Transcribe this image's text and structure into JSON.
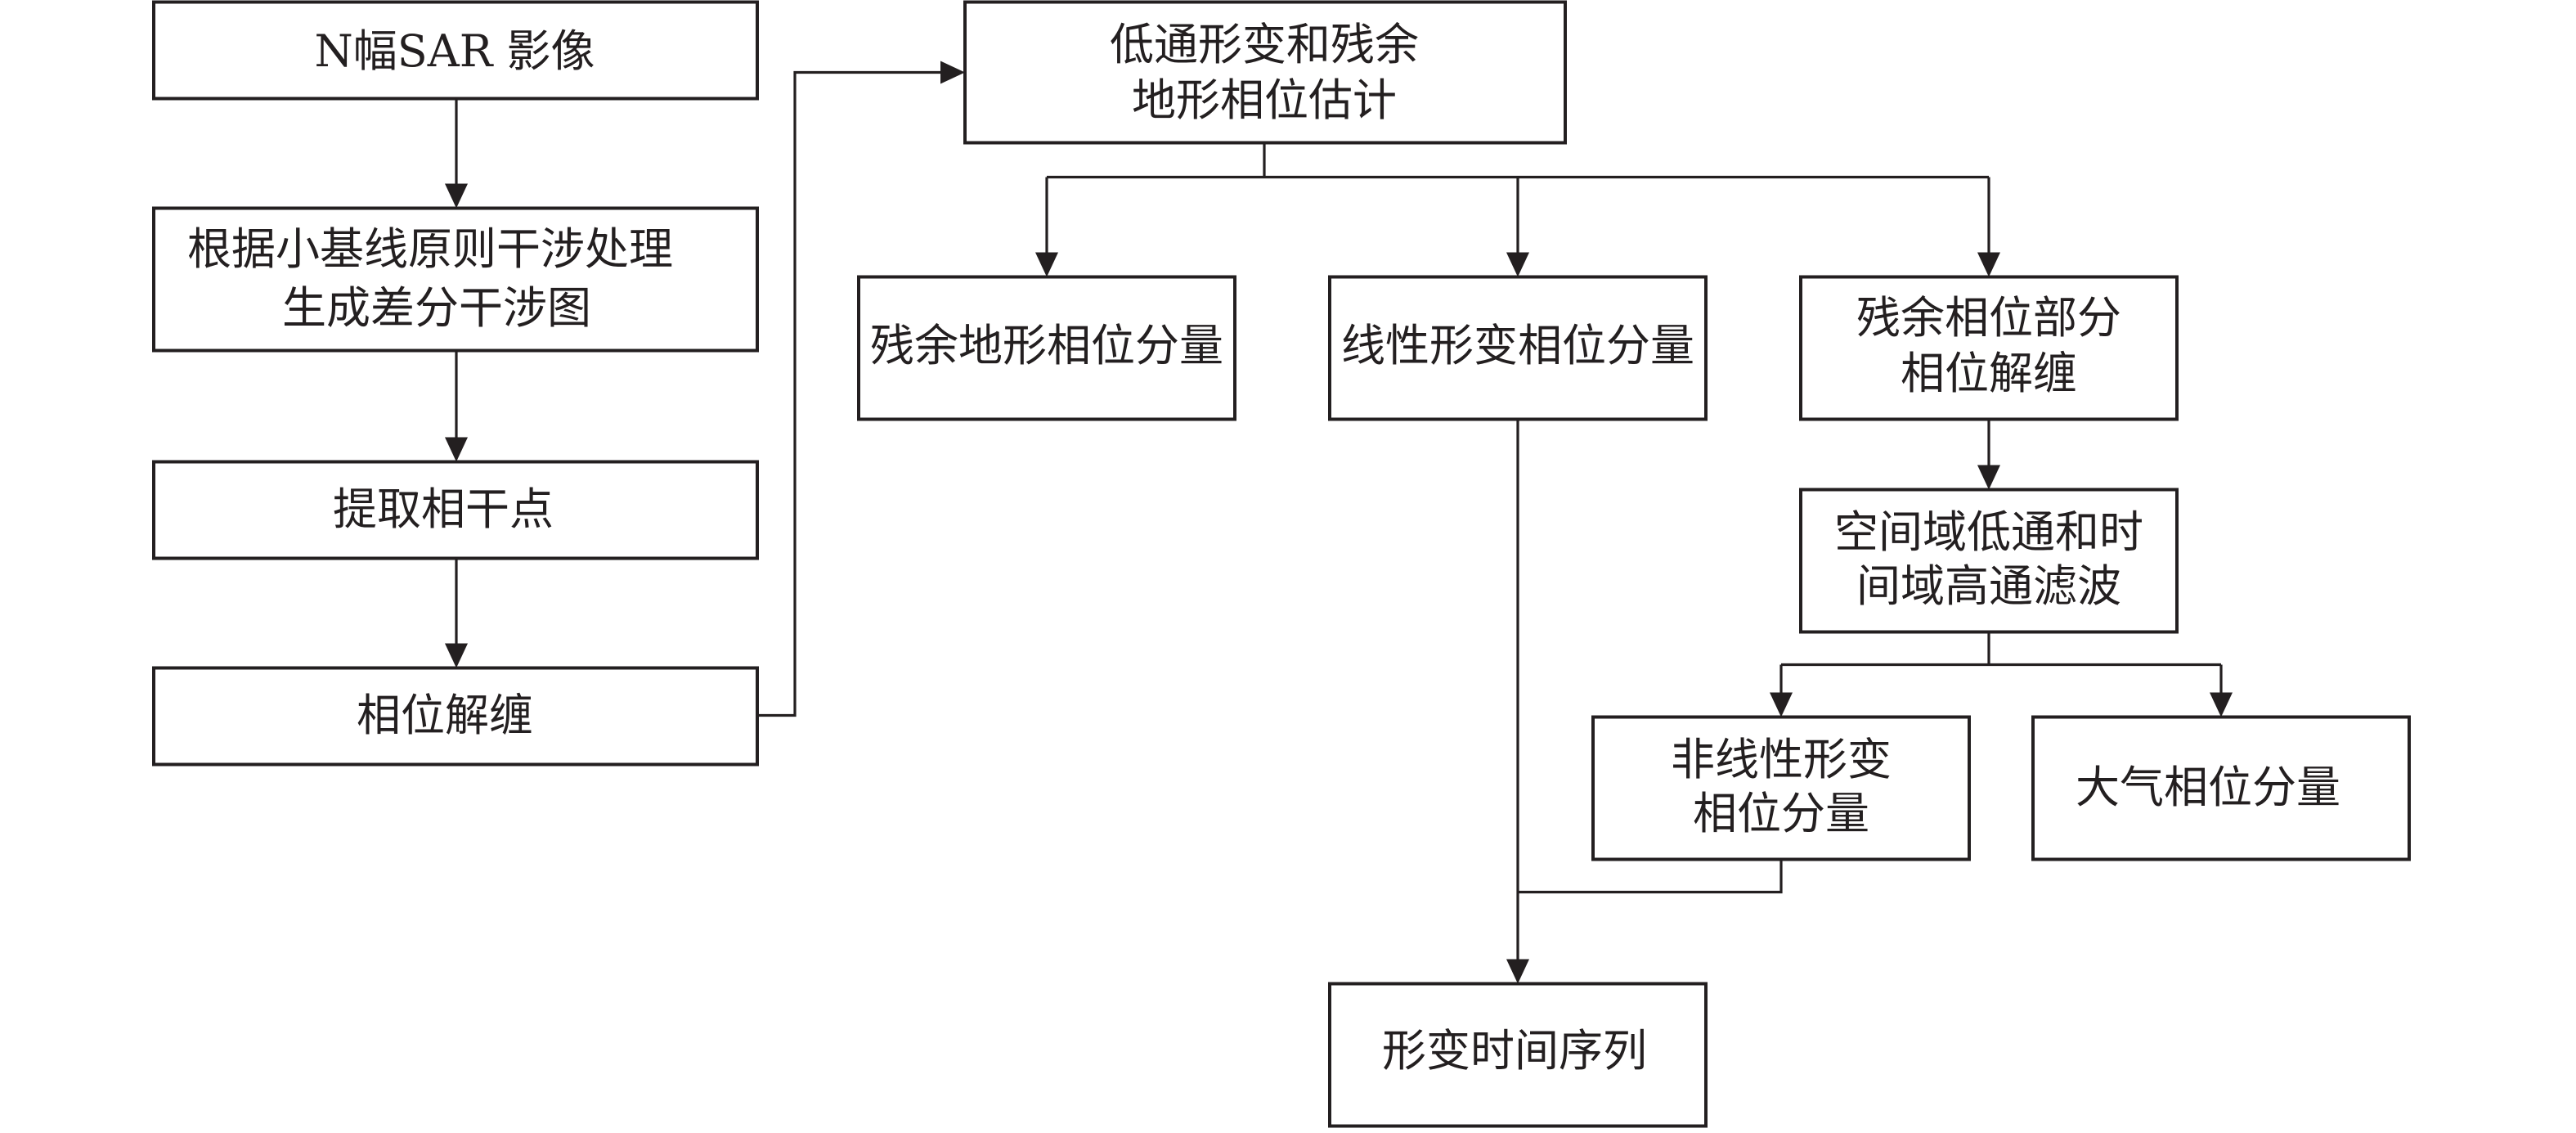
{
  "diagram": {
    "type": "flowchart",
    "nodes": [
      {
        "id": "sar_images",
        "lines": [
          "N幅SAR 影像"
        ]
      },
      {
        "id": "interferogram",
        "lines": [
          "根据小基线原则干涉处理",
          "生成差分干涉图"
        ]
      },
      {
        "id": "coherent_points",
        "lines": [
          "提取相干点"
        ]
      },
      {
        "id": "phase_unwrap",
        "lines": [
          "相位解缠"
        ]
      },
      {
        "id": "lowpass_estimate",
        "lines": [
          "低通形变和残余",
          "地形相位估计"
        ]
      },
      {
        "id": "residual_topo",
        "lines": [
          "残余地形相位分量"
        ]
      },
      {
        "id": "linear_deform",
        "lines": [
          "线性形变相位分量"
        ]
      },
      {
        "id": "residual_unwrap",
        "lines": [
          "残余相位部分",
          "相位解缠"
        ]
      },
      {
        "id": "filtering",
        "lines": [
          "空间域低通和时",
          "间域高通滤波"
        ]
      },
      {
        "id": "nonlinear_deform",
        "lines": [
          "非线性形变",
          "相位分量"
        ]
      },
      {
        "id": "atmosphere",
        "lines": [
          "大气相位分量"
        ]
      },
      {
        "id": "time_series",
        "lines": [
          "形变时间序列"
        ]
      }
    ],
    "edges": [
      [
        "sar_images",
        "interferogram"
      ],
      [
        "interferogram",
        "coherent_points"
      ],
      [
        "coherent_points",
        "phase_unwrap"
      ],
      [
        "phase_unwrap",
        "lowpass_estimate"
      ],
      [
        "lowpass_estimate",
        "residual_topo"
      ],
      [
        "lowpass_estimate",
        "linear_deform"
      ],
      [
        "lowpass_estimate",
        "residual_unwrap"
      ],
      [
        "residual_unwrap",
        "filtering"
      ],
      [
        "filtering",
        "nonlinear_deform"
      ],
      [
        "filtering",
        "atmosphere"
      ],
      [
        "linear_deform",
        "time_series"
      ],
      [
        "nonlinear_deform",
        "time_series"
      ]
    ]
  }
}
